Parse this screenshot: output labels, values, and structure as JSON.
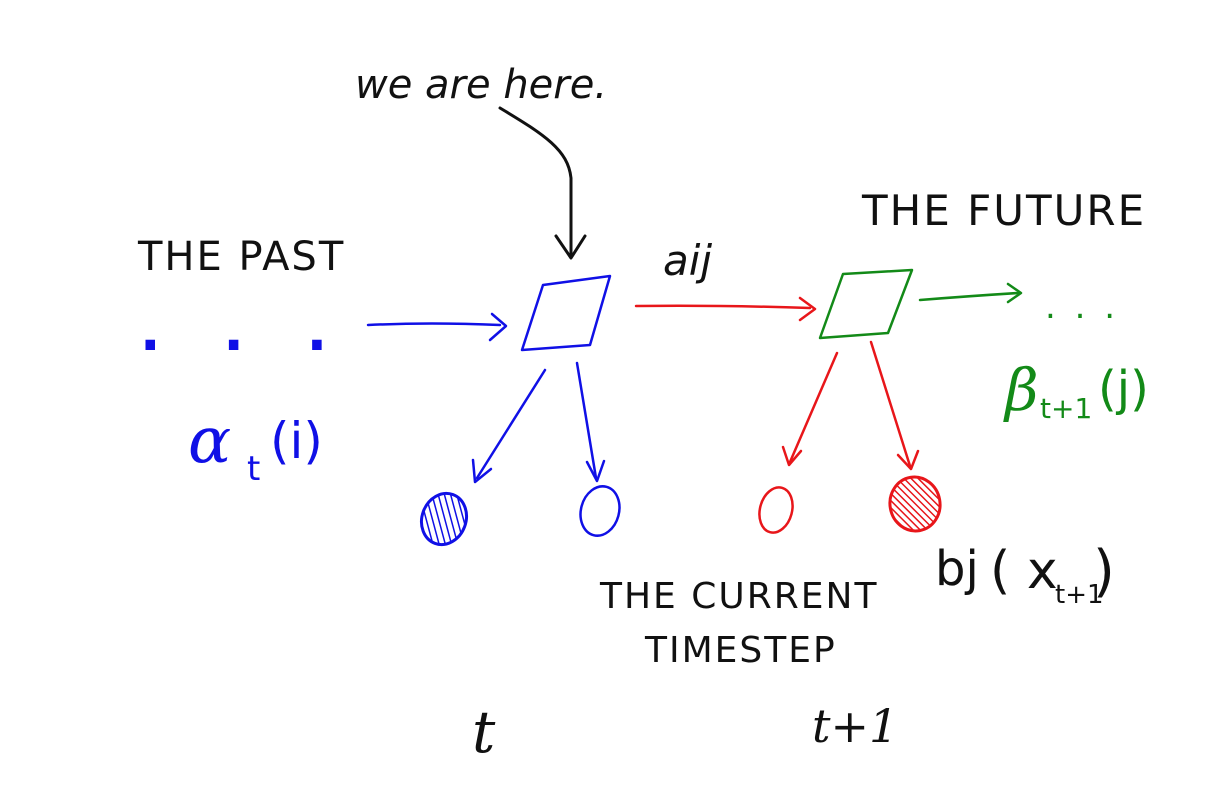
{
  "colors": {
    "ink": "#111111",
    "past": "#1010e6",
    "transition": "#e8161a",
    "future": "#138a18"
  },
  "labels": {
    "we_are_here": "we are here.",
    "the_past": "THE PAST",
    "the_future": "THE FUTURE",
    "current_timestep_line1": "THE CURRENT",
    "current_timestep_line2": "TIMESTEP",
    "past_dots": ". . .",
    "future_dots": ". . .",
    "alpha": "α",
    "alpha_sub": "t",
    "alpha_arg": "(i)",
    "transition": "aij",
    "beta": "β",
    "beta_sub": "t+1",
    "beta_arg": "(j)",
    "emission": "bj",
    "emission_arg_open": "( x",
    "emission_sub": "t+1",
    "emission_arg_close": ")",
    "time_t": "t",
    "time_t1": "t+1"
  }
}
